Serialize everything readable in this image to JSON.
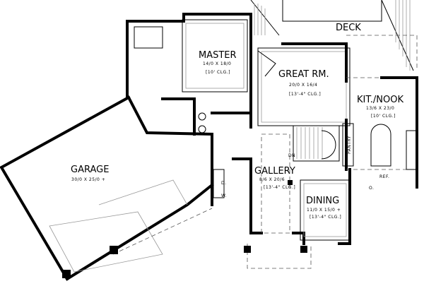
{
  "rooms": {
    "deck": {
      "name": "DECK"
    },
    "master": {
      "name": "MASTER",
      "size": "14/0 X 18/0",
      "ceiling": "[10' CLG.]"
    },
    "great_room": {
      "name": "GREAT RM.",
      "size": "20/0 X 16/4",
      "ceiling": "[13'-4\" CLG.]"
    },
    "kitchen_nook": {
      "name": "KIT./NOOK",
      "size": "13/6 X 23/0",
      "ceiling": "[10' CLG.]"
    },
    "gallery": {
      "name": "GALLERY",
      "size": "8/6 X 20/6",
      "ceiling": "[13'-4\" CLG.]"
    },
    "dining": {
      "name": "DINING",
      "size": "11/0 X 15/0 +",
      "ceiling": "[13'-4\" CLG.]"
    },
    "garage": {
      "name": "GARAGE",
      "size": "30/0 X 25/0 +"
    }
  },
  "labels": {
    "pantry": "PANTRY",
    "stairs_down": "DN",
    "dryer": "D.",
    "washer": "W.",
    "refrigerator": "REF.",
    "oven": "O."
  }
}
